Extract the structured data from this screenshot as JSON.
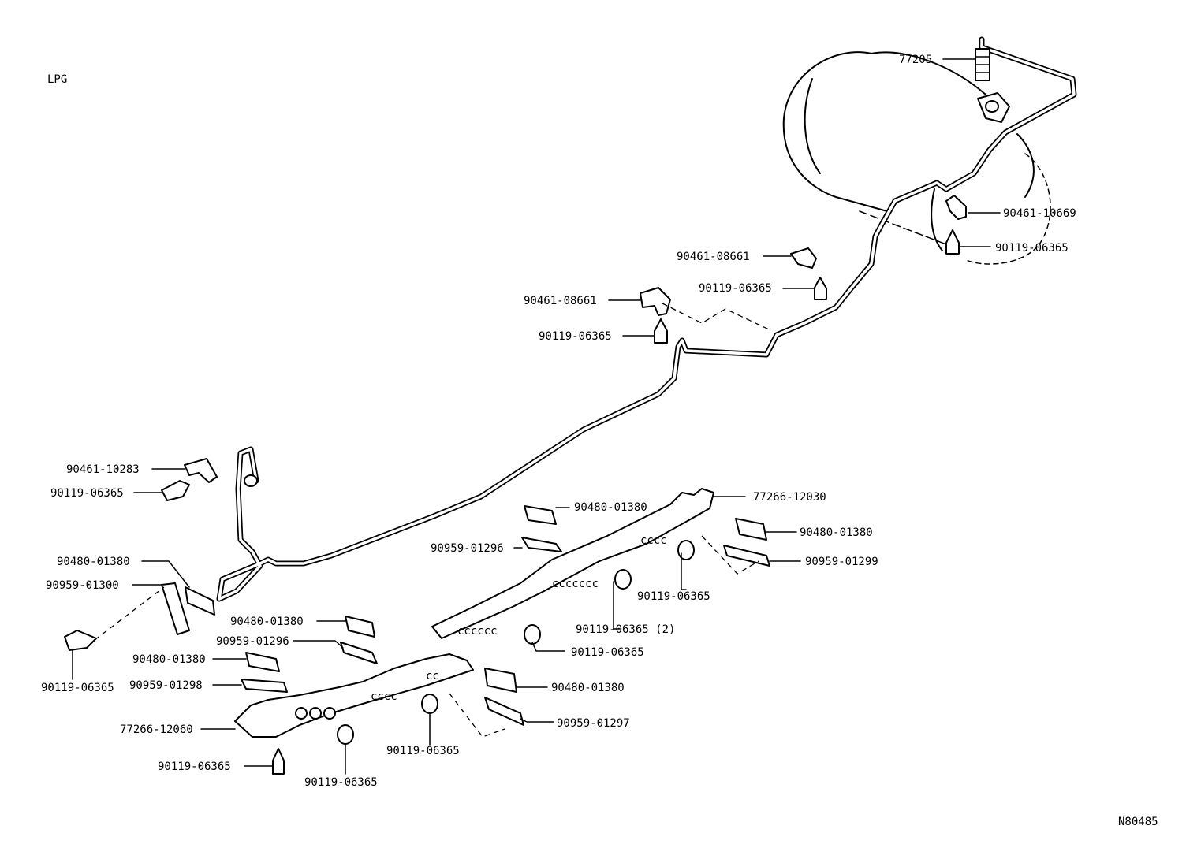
{
  "diagram": {
    "section_label": "LPG",
    "figure_code": "N80485",
    "callouts": {
      "fitting_77205": "77205",
      "clamp_90461_10669": "90461-10669",
      "clip_tank": "90119-06365",
      "clamp_90461_08661_upper": "90461-08661",
      "clip_upper": "90119-06365",
      "clamp_90461_08661_lower": "90461-08661",
      "clip_mid": "90119-06365",
      "clamp_90461_10283": "90461-10283",
      "clip_left": "90119-06365",
      "protector_77266_12030": "77266-12030",
      "clamp_90480_01380_a": "90480-01380",
      "bracket_90959_01296_a": "90959-01296",
      "clamp_90480_01380_right": "90480-01380",
      "bracket_90959_01299": "90959-01299",
      "clip_right_a": "90119-06365",
      "clip_right_b": "90119-06365 (2)",
      "clamp_90480_01380_left": "90480-01380",
      "bracket_90959_01300": "90959-01300",
      "clip_far_left": "90119-06365",
      "clip_center": "90119-06365",
      "clamp_90480_01380_b": "90480-01380",
      "bracket_90959_01296_b": "90959-01296",
      "clamp_90480_01380_c": "90480-01380",
      "bracket_90959_01298": "90959-01298",
      "clamp_90480_01380_d": "90480-01380",
      "bracket_90959_01297": "90959-01297",
      "protector_77266_12060": "77266-12060",
      "clip_bottom_a": "90119-06365",
      "clip_bottom_b": "90119-06365",
      "clip_bottom_c": "90119-06365"
    }
  }
}
